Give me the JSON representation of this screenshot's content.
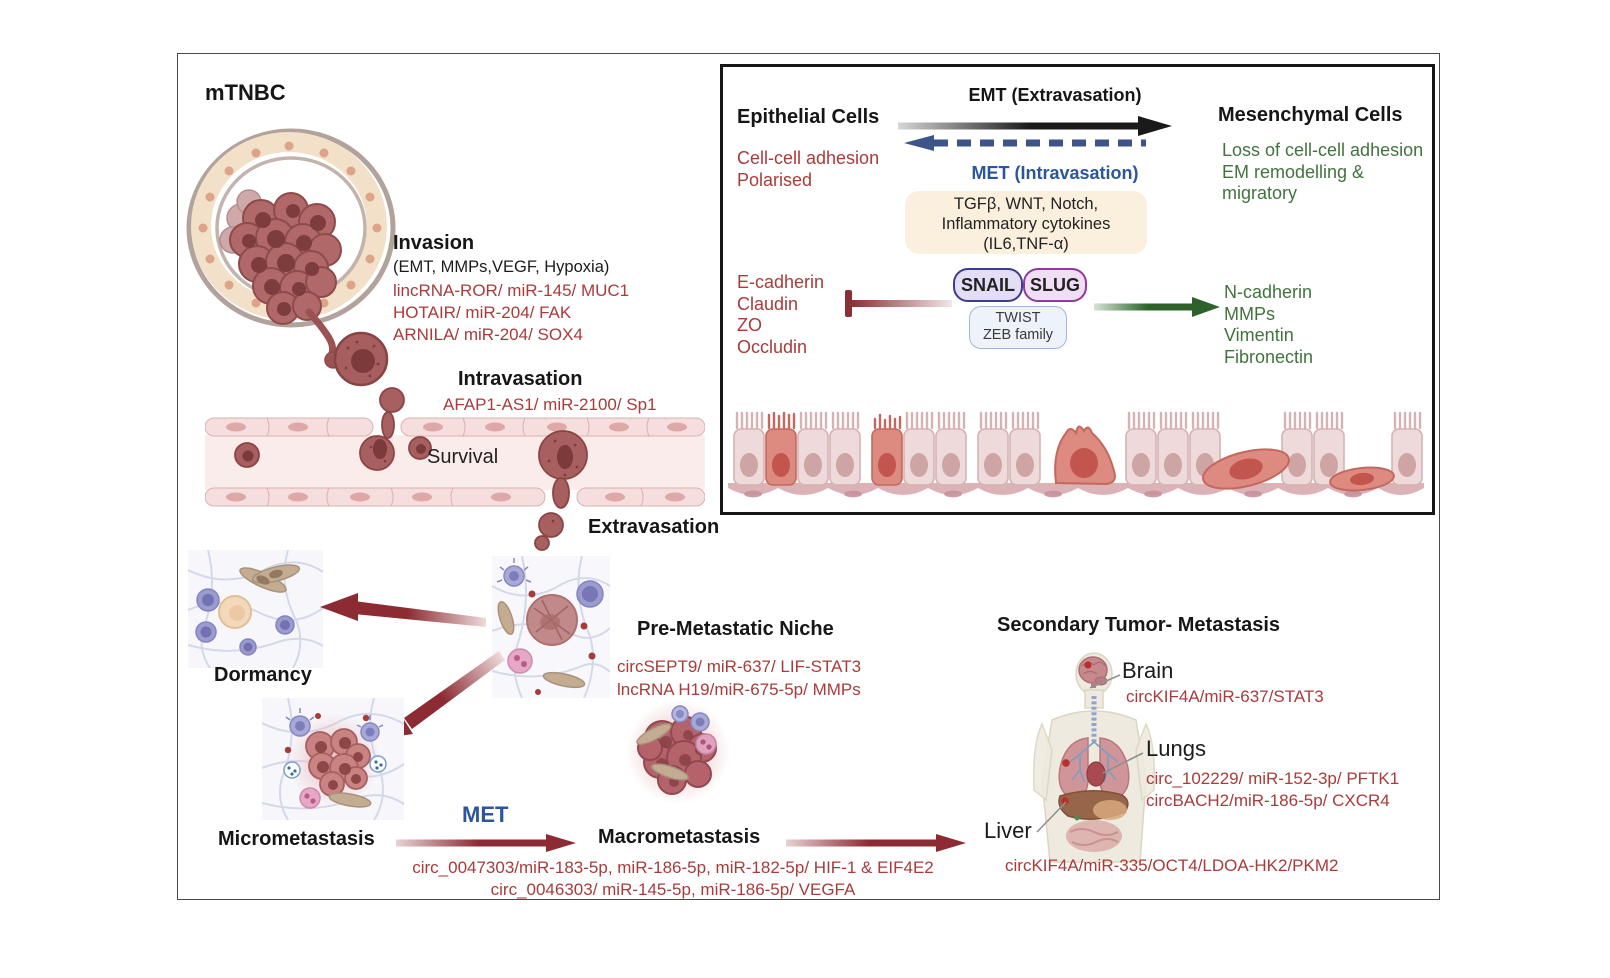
{
  "colors": {
    "red_text": "#a93b3b",
    "green_text": "#41743d",
    "blue_text": "#2b579a",
    "arrow_red": "#8c2b32",
    "arrow_green": "#2d622d",
    "signal_box_bg": "#faf0dd"
  },
  "main": {
    "mtnbc_label": "mTNBC",
    "invasion": {
      "title": "Invasion",
      "subtitle": "(EMT, MMPs,VEGF, Hypoxia)",
      "lines": [
        "lincRNA-ROR/ miR-145/ MUC1",
        "HOTAIR/ miR-204/ FAK",
        "ARNILA/ miR-204/ SOX4"
      ]
    },
    "intravasation": {
      "title": "Intravasation",
      "line": "AFAP1-AS1/ miR-2100/ Sp1"
    },
    "survival_label": "Survival",
    "extravasation_label": "Extravasation",
    "dormancy_label": "Dormancy",
    "pre_metastatic": {
      "title": "Pre-Metastatic Niche",
      "lines": [
        "circSEPT9/ miR-637/ LIF-STAT3",
        "lncRNA H19/miR-675-5p/ MMPs"
      ]
    },
    "micrometastasis_label": "Micrometastasis",
    "met_label": "MET",
    "macrometastasis_label": "Macrometastasis",
    "macro_lines": [
      "circ_0047303/miR-183-5p, miR-186-5p, miR-182-5p/ HIF-1 & EIF4E2",
      "circ_0046303/ miR-145-5p, miR-186-5p/ VEGFA"
    ],
    "secondary": {
      "title": "Secondary Tumor- Metastasis",
      "brain": {
        "label": "Brain",
        "line": "circKIF4A/miR-637/STAT3"
      },
      "lungs": {
        "label": "Lungs",
        "lines": [
          "circ_102229/ miR-152-3p/ PFTK1",
          "circBACH2/miR-186-5p/ CXCR4"
        ]
      },
      "liver": {
        "label": "Liver",
        "line": "circKIF4A/miR-335/OCT4/LDOA-HK2/PKM2"
      }
    }
  },
  "emt_box": {
    "epithelial": {
      "title": "Epithelial Cells",
      "traits": [
        "Cell-cell adhesion",
        "Polarised"
      ],
      "markers": [
        "E-cadherin",
        "Claudin",
        "ZO",
        "Occludin"
      ]
    },
    "emt_arrow_label": "EMT (Extravasation)",
    "met_arrow_label": "MET (Intravasation)",
    "signals": [
      "TGFβ, WNT, Notch,",
      "Inflammatory cytokines",
      "(IL6,TNF-α)"
    ],
    "tf": {
      "snail": "SNAIL",
      "slug": "SLUG",
      "twist": [
        "TWIST",
        "ZEB family"
      ]
    },
    "mesenchymal": {
      "title": "Mesenchymal Cells",
      "traits": [
        "Loss of cell-cell adhesion",
        "EM remodelling &",
        "migratory"
      ],
      "markers": [
        "N-cadherin",
        "MMPs",
        "Vimentin",
        "Fibronectin"
      ]
    }
  }
}
